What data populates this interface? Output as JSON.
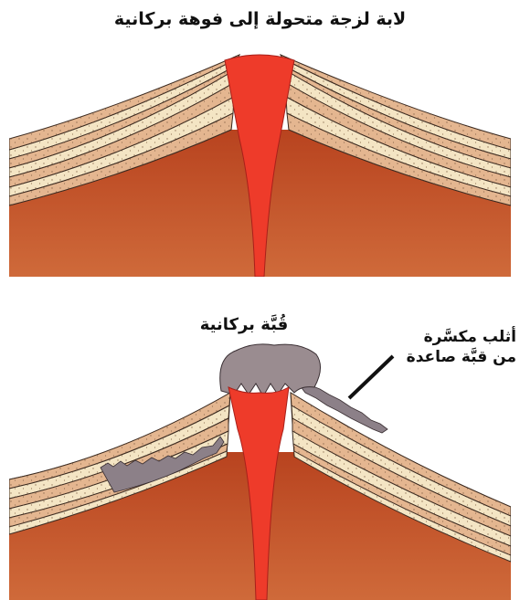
{
  "diagram": {
    "top_caption": "لابة لزجة متحولة إلى فوهة بركانية",
    "dome_caption": "قُبَّة بركانية",
    "blocks_caption_line1": "أثلب مكسَّرة",
    "blocks_caption_line2": "من قبَّة صاعدة"
  },
  "colors": {
    "background": "#ffffff",
    "bedrock": "#c4542a",
    "layer_cream": "#f4e5c4",
    "layer_tan": "#e4b690",
    "layer_outline": "#3b2a20",
    "magma": "#ee3b2a",
    "dome_rock": "#9a8c90"
  }
}
